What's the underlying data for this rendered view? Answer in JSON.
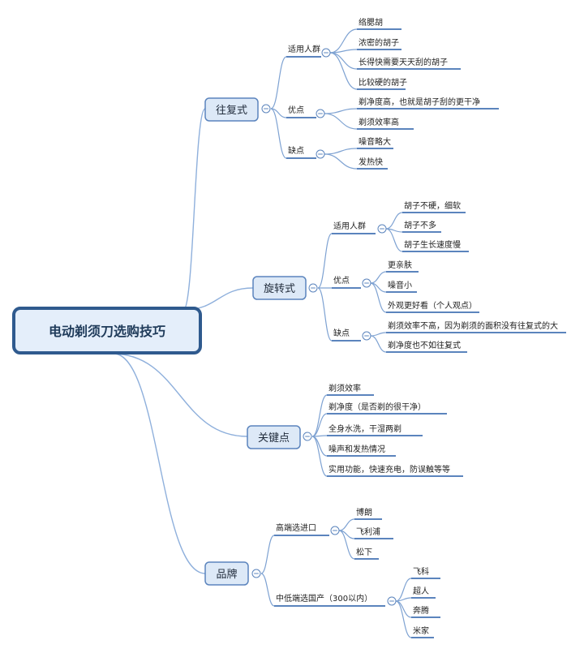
{
  "root": "电动剃须刀选购技巧",
  "branches": [
    {
      "label": "往复式",
      "groups": [
        {
          "label": "适用人群",
          "items": [
            "络腮胡",
            "浓密的胡子",
            "长得快需要天天刮的胡子",
            "比较硬的胡子"
          ]
        },
        {
          "label": "优点",
          "items": [
            "剃净度高，也就是胡子刮的更干净",
            "剃须效率高"
          ]
        },
        {
          "label": "缺点",
          "items": [
            "噪音略大",
            "发热快"
          ]
        }
      ]
    },
    {
      "label": "旋转式",
      "groups": [
        {
          "label": "适用人群",
          "items": [
            "胡子不硬，细软",
            "胡子不多",
            "胡子生长速度慢"
          ]
        },
        {
          "label": "优点",
          "items": [
            "更亲肤",
            "噪音小",
            "外观更好看（个人观点）"
          ]
        },
        {
          "label": "缺点",
          "items": [
            "剃须效率不高，因为剃须的面积没有往复式的大",
            "剃净度也不如往复式"
          ]
        }
      ]
    },
    {
      "label": "关键点",
      "items": [
        "剃须效率",
        "剃净度（是否剃的很干净）",
        "全身水洗，干湿两剃",
        "噪声和发热情况",
        "实用功能，快速充电，防误触等等"
      ]
    },
    {
      "label": "品牌",
      "groups": [
        {
          "label": "高端选进口",
          "items": [
            "博朗",
            "飞利浦",
            "松下"
          ]
        },
        {
          "label": "中低端选国产（300以内）",
          "items": [
            "飞科",
            "超人",
            "奔腾",
            "米家"
          ]
        }
      ]
    }
  ]
}
